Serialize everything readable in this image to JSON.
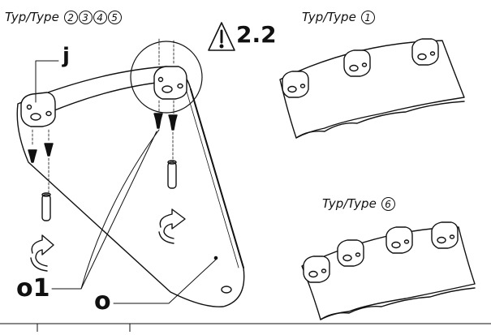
{
  "type_labels": {
    "main": {
      "prefix": "Typ/Type",
      "numbers": [
        "2",
        "3",
        "4",
        "5"
      ]
    },
    "top_right": {
      "prefix": "Typ/Type",
      "numbers": [
        "1"
      ]
    },
    "bottom_right": {
      "prefix": "Typ/Type",
      "numbers": [
        "6"
      ]
    }
  },
  "warning": {
    "text": "2.2",
    "icon": "warning-triangle-icon"
  },
  "parts": {
    "bracket": "j",
    "screw": "o1",
    "plate": "o"
  }
}
